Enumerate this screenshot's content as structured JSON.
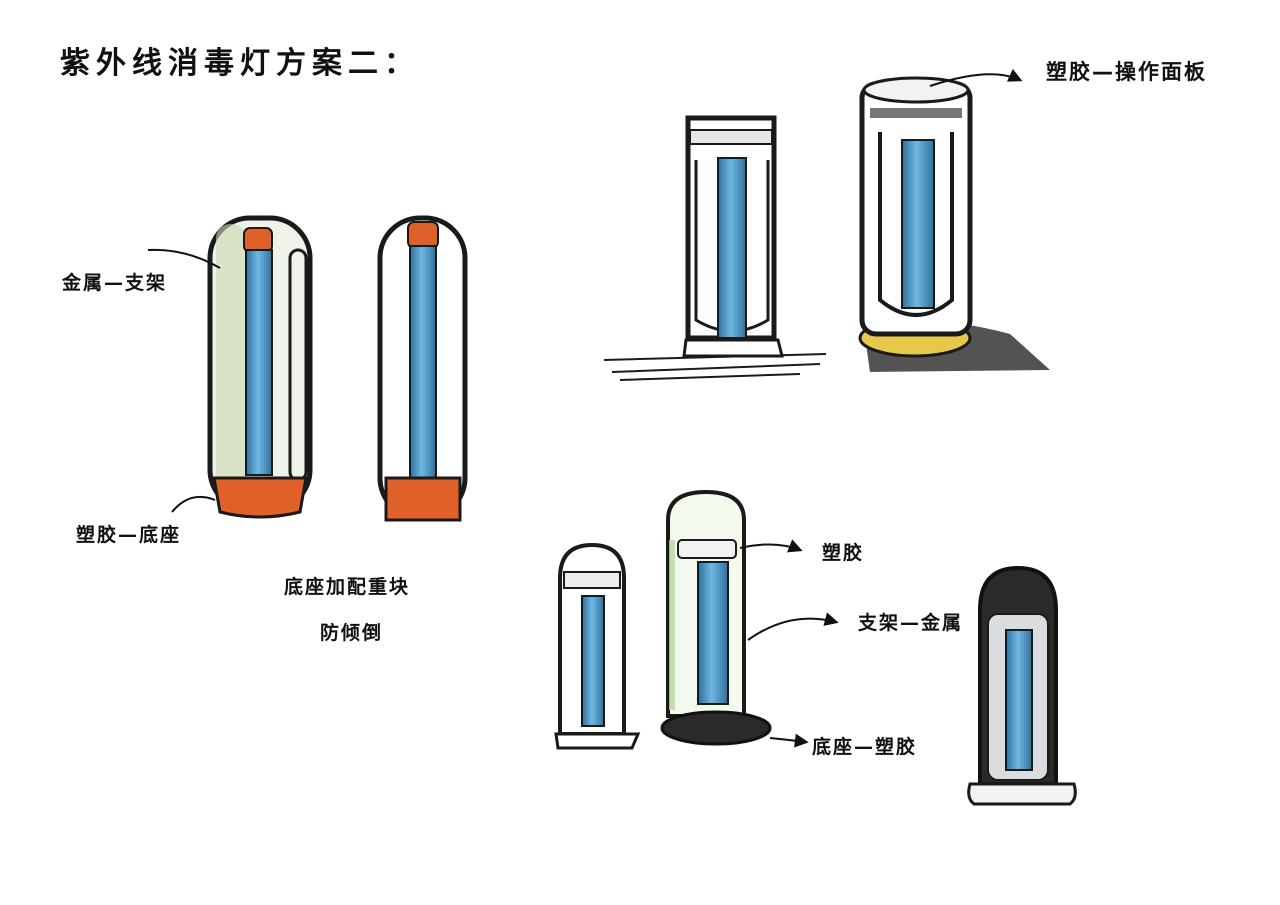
{
  "title": "紫外线消毒灯方案二：",
  "labels": {
    "metal_bracket_left": "金属—支架",
    "plastic_base_left": "塑胶—底座",
    "note_line1": "底座加配重块",
    "note_line2": "防倾倒",
    "plastic_panel": "塑胶—操作面板",
    "plastic": "塑胶",
    "bracket_metal": "支架—金属",
    "base_plastic": "底座—塑胶"
  },
  "colors": {
    "uv_tube": "#4f9fd0",
    "uv_tube_dark": "#2f6f9f",
    "base_orange": "#e0602a",
    "outline": "#1a1a1a",
    "accent_yellow": "#e8c84a",
    "accent_green": "#b8d8a0"
  },
  "icons": {
    "arrow": "arrow-right-icon"
  }
}
